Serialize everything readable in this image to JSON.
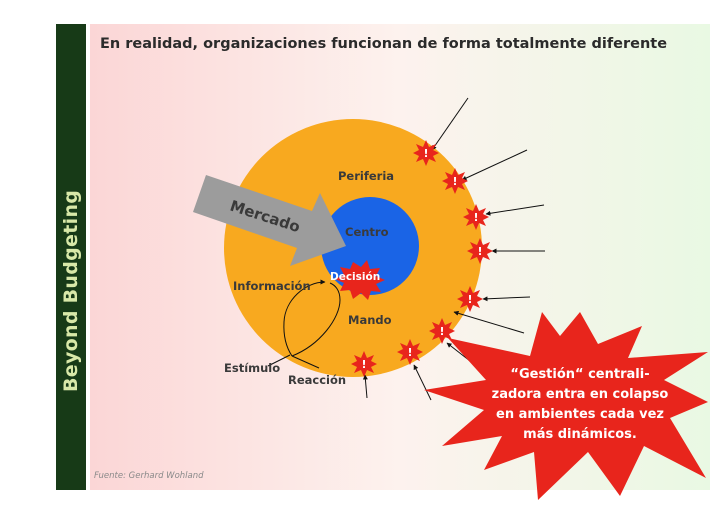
{
  "slide": {
    "title": "En realidad, organizaciones funcionan de forma totalmente diferente",
    "sidebar_label": "Beyond Budgeting",
    "source": "Fuente: Gerhard Wohland"
  },
  "diagram": {
    "outer_label": "Periferia",
    "inner_label": "Centro",
    "decision_label": "Decisión",
    "mando_label": "Mando",
    "informacion_label": "Información",
    "estimulo_label": "Estímulo",
    "reaccion_label": "Reacción",
    "arrow_label": "Mercado",
    "alert_symbol": "!",
    "star_lines": [
      "“Gestión“ centrali-",
      "zadora entra en colapso",
      "en ambientes cada vez",
      "más dinámicos."
    ]
  },
  "colors": {
    "sidebar": "#173a17",
    "sidebar_text": "#d8e8a8",
    "outer_circle": "#f8a91f",
    "inner_circle": "#1a64e6",
    "burst": "#e8251c",
    "arrow": "#9c9c9c"
  }
}
